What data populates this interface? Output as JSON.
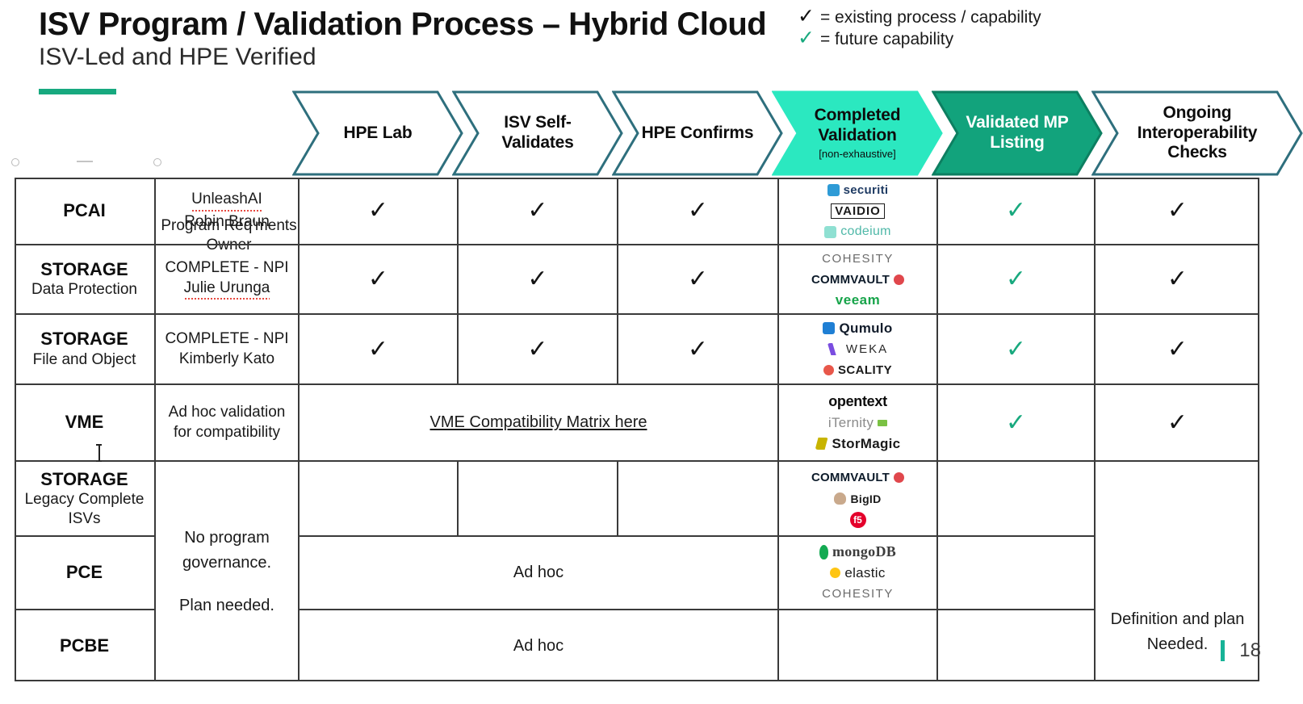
{
  "header": {
    "title": "ISV Program / Validation Process – Hybrid Cloud",
    "subtitle": "ISV-Led and HPE Verified"
  },
  "legend": {
    "items": [
      {
        "check": "✓",
        "color": "#111111",
        "text": "= existing process / capability"
      },
      {
        "check": "✓",
        "color": "#18a97e",
        "text": "= future capability"
      }
    ]
  },
  "columns": {
    "owner_header": "Program Req'ments Owner",
    "owner_header_line1": "Program Req'ments",
    "owner_header_line2": "Owner",
    "chevrons": [
      {
        "label": "HPE Lab",
        "sub": "",
        "fill": "#ffffff",
        "stroke": "#2e6f7d",
        "text_color": "#0d0d0d"
      },
      {
        "label": "ISV Self-Validates",
        "sub": "",
        "fill": "#ffffff",
        "stroke": "#2e6f7d",
        "text_color": "#0d0d0d"
      },
      {
        "label": "HPE Confirms",
        "sub": "",
        "fill": "#ffffff",
        "stroke": "#2e6f7d",
        "text_color": "#0d0d0d"
      },
      {
        "label": "Completed Validation",
        "sub": "[non-exhaustive]",
        "fill": "#2bE8c0",
        "stroke": "#2bE8c0",
        "text_color": "#0d0d0d"
      },
      {
        "label": "Validated MP Listing",
        "sub": "",
        "fill": "#12A37C",
        "stroke": "#0d7f61",
        "text_color": "#ffffff"
      },
      {
        "label": "Ongoing Interoperability Checks",
        "sub": "",
        "fill": "#ffffff",
        "stroke": "#2e6f7d",
        "text_color": "#0d0d0d"
      }
    ]
  },
  "rows": [
    {
      "category_main": "PCAI",
      "category_sub": "",
      "owner_line1": "UnleashAI",
      "owner_line1_misspelled": true,
      "owner_line2": "Robin Braun",
      "owner_line2_misspelled": false,
      "hpe_lab": "✓",
      "isv_self": "✓",
      "hpe_confirms": "✓",
      "logos": [
        {
          "name": "securiti",
          "text": "securiti",
          "text_color": "#1f3b63",
          "mark": "square",
          "mark_color": "#2e9bd6"
        },
        {
          "name": "vaidio",
          "text": "VAIDIO",
          "text_color": "#1a1a1a",
          "mark": "box",
          "mark_color": "#1a1a1a"
        },
        {
          "name": "codeium",
          "text": "codeium",
          "text_color": "#4fb8a8",
          "mark": "square",
          "mark_color": "#6fd3c2"
        }
      ],
      "validated_mp": "✓",
      "ongoing": "✓"
    },
    {
      "category_main": "STORAGE",
      "category_sub": "Data Protection",
      "owner_line1": "COMPLETE - NPI",
      "owner_line1_misspelled": false,
      "owner_line2": "Julie Urunga",
      "owner_line2_misspelled": true,
      "hpe_lab": "✓",
      "isv_self": "✓",
      "hpe_confirms": "✓",
      "logos": [
        {
          "name": "cohesity",
          "text": "COHESITY",
          "text_color": "#5a5a5a",
          "mark": "none",
          "mark_color": "#8cc63f"
        },
        {
          "name": "commvault",
          "text": "COMMVAULT",
          "text_color": "#0d1b2a",
          "mark": "hex",
          "mark_color": "#e0474c"
        },
        {
          "name": "veeam",
          "text": "veeam",
          "text_color": "#17a44a",
          "mark": "none",
          "mark_color": "#17a44a"
        }
      ],
      "validated_mp": "✓",
      "ongoing": "✓"
    },
    {
      "category_main": "STORAGE",
      "category_sub": "File and Object",
      "owner_line1": "COMPLETE - NPI",
      "owner_line1_misspelled": false,
      "owner_line2": "Kimberly Kato",
      "owner_line2_misspelled": false,
      "hpe_lab": "✓",
      "isv_self": "✓",
      "hpe_confirms": "✓",
      "logos": [
        {
          "name": "qumulo",
          "text": "Qumulo",
          "text_color": "#121c2b",
          "mark": "square",
          "mark_color": "#1f7fd4"
        },
        {
          "name": "weka",
          "text": "WEKA",
          "text_color": "#2a2a2a",
          "mark": "wedge",
          "mark_color": "#7a4de0"
        },
        {
          "name": "scality",
          "text": "SCALITY",
          "text_color": "#1a1a1a",
          "mark": "dots",
          "mark_color": "#e8574a"
        }
      ],
      "validated_mp": "✓",
      "ongoing": "✓"
    },
    {
      "category_main": "VME",
      "category_sub": "",
      "owner_line1": "Ad hoc validation",
      "owner_line1_misspelled": false,
      "owner_line2": "for compatibility",
      "owner_line2_misspelled": false,
      "merged_link": "VME Compatibility Matrix here",
      "logos": [
        {
          "name": "opentext",
          "text": "opentext",
          "text_color": "#0d0d0d",
          "mark": "none",
          "mark_color": "#0d0d0d"
        },
        {
          "name": "iternity",
          "text": "iTernity",
          "text_color": "#8a8a8a",
          "mark": "tetris",
          "mark_color": "#7ac143"
        },
        {
          "name": "stormagic",
          "text": "StorMagic",
          "text_color": "#1a1a1a",
          "mark": "slash",
          "mark_color": "#c8b400"
        }
      ],
      "validated_mp": "✓",
      "ongoing": "✓"
    },
    {
      "category_main": "STORAGE",
      "category_sub": "Legacy Complete ISVs",
      "category_sub_line1": "Legacy Complete",
      "category_sub_line2": "ISVs",
      "hpe_lab": "",
      "isv_self": "",
      "hpe_confirms": "",
      "logos": [
        {
          "name": "commvault",
          "text": "COMMVAULT",
          "text_color": "#0d1b2a",
          "mark": "hex",
          "mark_color": "#e0474c"
        },
        {
          "name": "bigid",
          "text": "BigID",
          "text_color": "#1a1a1a",
          "mark": "thumb",
          "mark_color": "#b08a6e"
        },
        {
          "name": "f5",
          "text": "f5",
          "text_color": "#ffffff",
          "mark": "circle",
          "mark_color": "#e4002b"
        }
      ],
      "validated_mp": "",
      "ongoing": ""
    },
    {
      "category_main": "PCE",
      "category_sub": "",
      "merged_adhoc": "Ad hoc",
      "logos": [
        {
          "name": "mongodb",
          "text": "mongoDB",
          "text_color": "#3c3c3c",
          "mark": "leaf",
          "mark_color": "#13aa52"
        },
        {
          "name": "elastic",
          "text": "elastic",
          "text_color": "#1a1a1a",
          "mark": "dots",
          "mark_color": "#fec514"
        },
        {
          "name": "cohesity",
          "text": "COHESITY",
          "text_color": "#5a5a5a",
          "mark": "none",
          "mark_color": "#8cc63f"
        }
      ],
      "validated_mp": "",
      "ongoing": ""
    },
    {
      "category_main": "PCBE",
      "category_sub": "",
      "merged_adhoc": "Ad hoc",
      "logos": [],
      "validated_mp": "",
      "ongoing": ""
    }
  ],
  "notes": {
    "governance_line1": "No program",
    "governance_line2": "governance.",
    "governance_line3": "Plan needed.",
    "definition_line1": "Definition and plan",
    "definition_line2": "Needed."
  },
  "slide_number": "18",
  "theme": {
    "accent_green": "#17a97f",
    "chevron_stroke": "#2e6f7d",
    "chevron_mint": "#2bE8c0",
    "chevron_teal": "#12A37C",
    "grid_line": "#3a3a3a"
  }
}
